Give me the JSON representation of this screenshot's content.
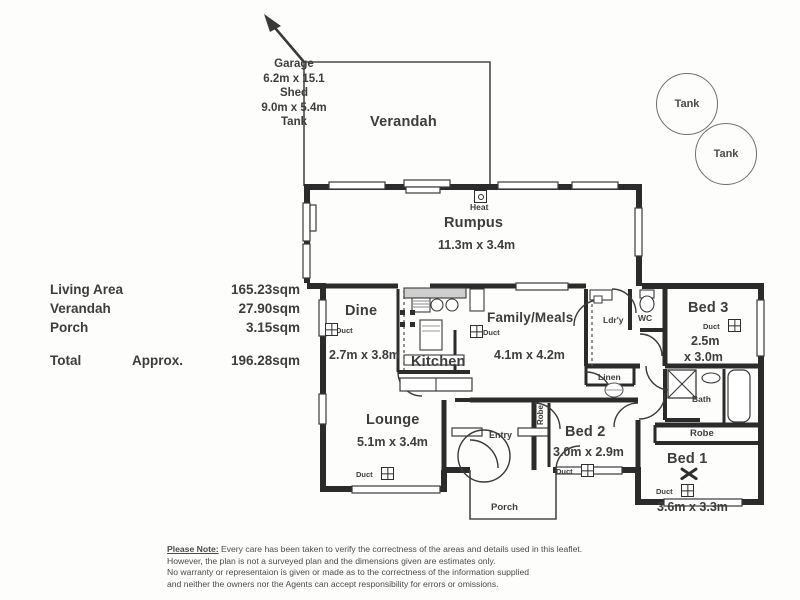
{
  "plan": {
    "title": "Residential Floor Plan",
    "corner_note": {
      "lines": [
        "Garage",
        "6.2m x 15.1",
        "Shed",
        "9.0m x 5.4m",
        "Tank"
      ]
    },
    "tanks": [
      {
        "label": "Tank"
      },
      {
        "label": "Tank"
      }
    ],
    "rooms": [
      {
        "name": "Verandah",
        "dim": ""
      },
      {
        "name": "Rumpus",
        "dim": "11.3m x 3.4m"
      },
      {
        "name": "Dine",
        "dim": "2.7m x 3.8m"
      },
      {
        "name": "Kitchen",
        "dim": ""
      },
      {
        "name": "Family/Meals",
        "dim": "4.1m x 4.2m"
      },
      {
        "name": "Lounge",
        "dim": "5.1m x 3.4m"
      },
      {
        "name": "Bed 3",
        "dim_line1": "2.5m",
        "dim_line2": "x 3.0m"
      },
      {
        "name": "Bed 2",
        "dim": "3.0m x 2.9m"
      },
      {
        "name": "Bed 1",
        "dim": "3.6m x 3.3m"
      }
    ],
    "small_labels": {
      "heat": "Heat",
      "ldry": "Ldr'y",
      "wc": "WC",
      "linen": "Linen",
      "bath": "Bath",
      "robe_bed1": "Robe",
      "robe_bed2": "Robe",
      "entry": "Entry",
      "porch": "Porch"
    },
    "duct_label": "Duct",
    "ducts": [
      {
        "label": "Duct",
        "room": "dine"
      },
      {
        "label": "Duct",
        "room": "family-meals"
      },
      {
        "label": "Duct",
        "room": "lounge"
      },
      {
        "label": "Duct",
        "room": "bed-3"
      },
      {
        "label": "Duct",
        "room": "bed-2"
      },
      {
        "label": "Duct",
        "room": "bed-1"
      }
    ],
    "colors": {
      "wall": "#2b2b2b",
      "thin_line": "#4a4a4a",
      "text": "#3d3d3d",
      "paper": "#fdfdfc"
    }
  },
  "areas": {
    "rows": [
      {
        "label": "Living Area",
        "mid": "",
        "value": "165.23sqm"
      },
      {
        "label": "Verandah",
        "mid": "",
        "value": "27.90sqm"
      },
      {
        "label": "Porch",
        "mid": "",
        "value": "3.15sqm"
      }
    ],
    "total": {
      "label": "Total",
      "mid": "Approx.",
      "value": "196.28sqm"
    }
  },
  "disclaimer": {
    "prefix": "Please Note:",
    "lines": [
      "Every care has been taken to verify the correctness of the areas and details used in this leaflet.",
      "However, the plan is not a surveyed plan and the dimensions given are estimates only.",
      "No warranty or representaion is given or made as to the correctness of the information supplied",
      "and neither the owners nor the Agents can accept responsibility for errors or omissions."
    ]
  }
}
